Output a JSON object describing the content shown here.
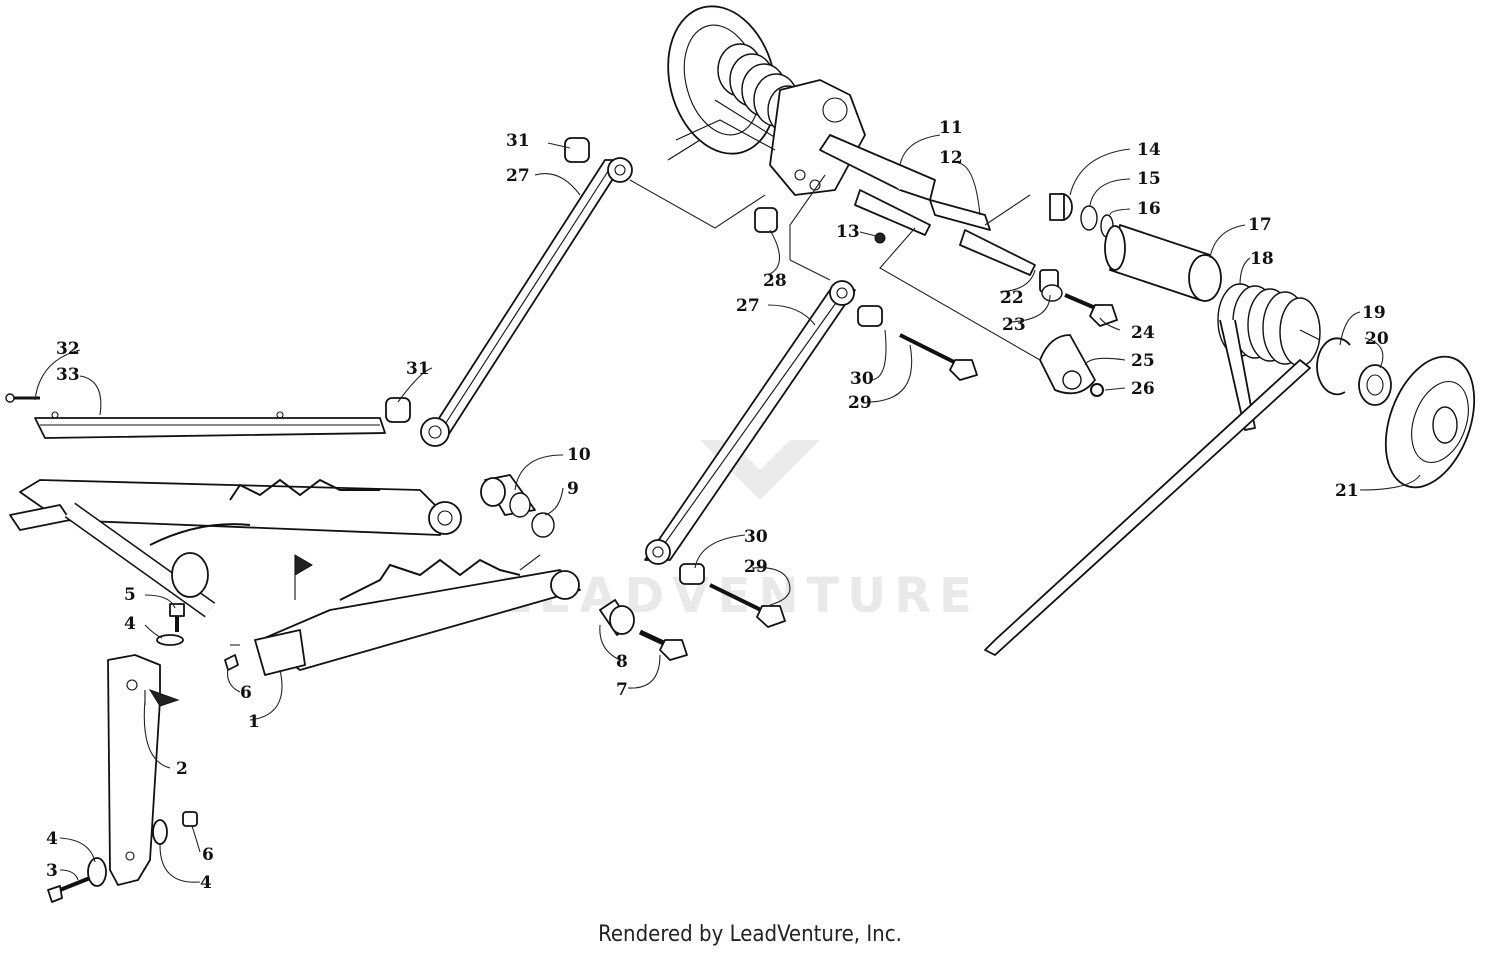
{
  "watermark": "LEADVENTURE",
  "footer": "Rendered by LeadVenture, Inc.",
  "callouts": [
    {
      "id": "c1",
      "label": "1"
    },
    {
      "id": "c2",
      "label": "2"
    },
    {
      "id": "c3",
      "label": "3"
    },
    {
      "id": "c4a",
      "label": "4"
    },
    {
      "id": "c4b",
      "label": "4"
    },
    {
      "id": "c4c",
      "label": "4"
    },
    {
      "id": "c5",
      "label": "5"
    },
    {
      "id": "c6a",
      "label": "6"
    },
    {
      "id": "c6b",
      "label": "6"
    },
    {
      "id": "c7",
      "label": "7"
    },
    {
      "id": "c8",
      "label": "8"
    },
    {
      "id": "c9",
      "label": "9"
    },
    {
      "id": "c10",
      "label": "10"
    },
    {
      "id": "c11",
      "label": "11"
    },
    {
      "id": "c12",
      "label": "12"
    },
    {
      "id": "c13",
      "label": "13"
    },
    {
      "id": "c14",
      "label": "14"
    },
    {
      "id": "c15",
      "label": "15"
    },
    {
      "id": "c16",
      "label": "16"
    },
    {
      "id": "c17",
      "label": "17"
    },
    {
      "id": "c18",
      "label": "18"
    },
    {
      "id": "c19",
      "label": "19"
    },
    {
      "id": "c20",
      "label": "20"
    },
    {
      "id": "c21",
      "label": "21"
    },
    {
      "id": "c22",
      "label": "22"
    },
    {
      "id": "c23",
      "label": "23"
    },
    {
      "id": "c24",
      "label": "24"
    },
    {
      "id": "c25",
      "label": "25"
    },
    {
      "id": "c26",
      "label": "26"
    },
    {
      "id": "c27a",
      "label": "27"
    },
    {
      "id": "c27b",
      "label": "27"
    },
    {
      "id": "c28",
      "label": "28"
    },
    {
      "id": "c29a",
      "label": "29"
    },
    {
      "id": "c29b",
      "label": "29"
    },
    {
      "id": "c30a",
      "label": "30"
    },
    {
      "id": "c30b",
      "label": "30"
    },
    {
      "id": "c31a",
      "label": "31"
    },
    {
      "id": "c31b",
      "label": "31"
    },
    {
      "id": "c32",
      "label": "32"
    },
    {
      "id": "c33",
      "label": "33"
    }
  ]
}
